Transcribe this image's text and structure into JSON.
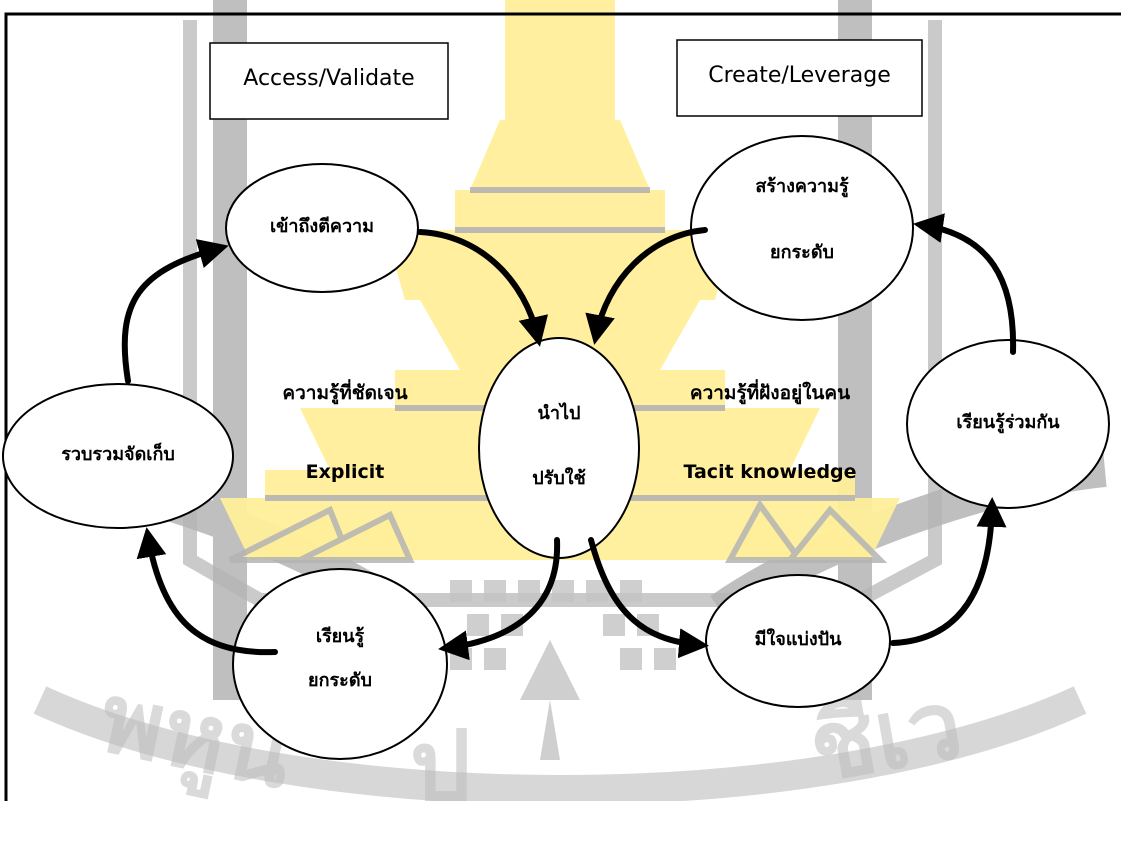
{
  "frame_labels": {
    "access_validate": "Access/Validate",
    "create_leverage": "Create/Leverage"
  },
  "nodes": {
    "access_interpret": "เข้าถึงตีความ",
    "create_knowledge_line1": "สร้างความรู้",
    "create_knowledge_line2": "ยกระดับ",
    "collect_store": "รวบรวมจัดเก็บ",
    "apply_line1": "นำไป",
    "apply_line2": "ปรับใช้",
    "learn_together": "เรียนรู้ร่วมกัน",
    "learn_upgrade_line1": "เรียนรู้",
    "learn_upgrade_line2": "ยกระดับ",
    "willing_share": "มีใจแบ่งปัน"
  },
  "center_text": {
    "explicit_thai": "ความรู้ที่ชัดเจน",
    "explicit_en": "Explicit",
    "tacit_thai": "ความรู้ที่ฝังอยู่ในคน",
    "tacit_en": "Tacit knowledge"
  },
  "watermark": {
    "text_left": "พหูน",
    "text_middle": "ป",
    "text_right": "ชีเว",
    "colors": {
      "gray": "#b4b4b4",
      "yellow": "#ffef9a"
    }
  }
}
